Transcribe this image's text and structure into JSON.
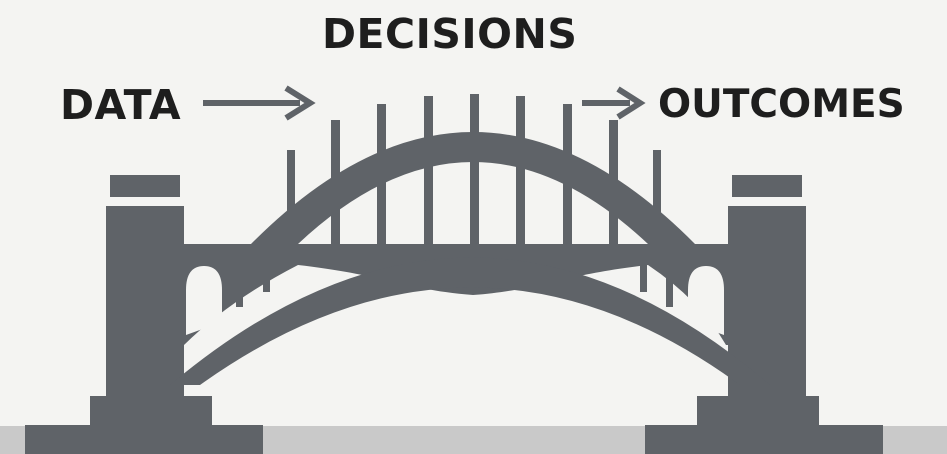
{
  "labels": {
    "decisions": "DECISIONS",
    "data": "DATA",
    "outcomes": "OUTCOMES"
  },
  "colors": {
    "background": "#f4f4f2",
    "structure": "#5f6368",
    "road": "#c9c9c9",
    "text": "#1e1e1e"
  },
  "icons": {
    "left_arrow": "arrow-right-icon",
    "right_arrow": "arrow-right-icon"
  }
}
